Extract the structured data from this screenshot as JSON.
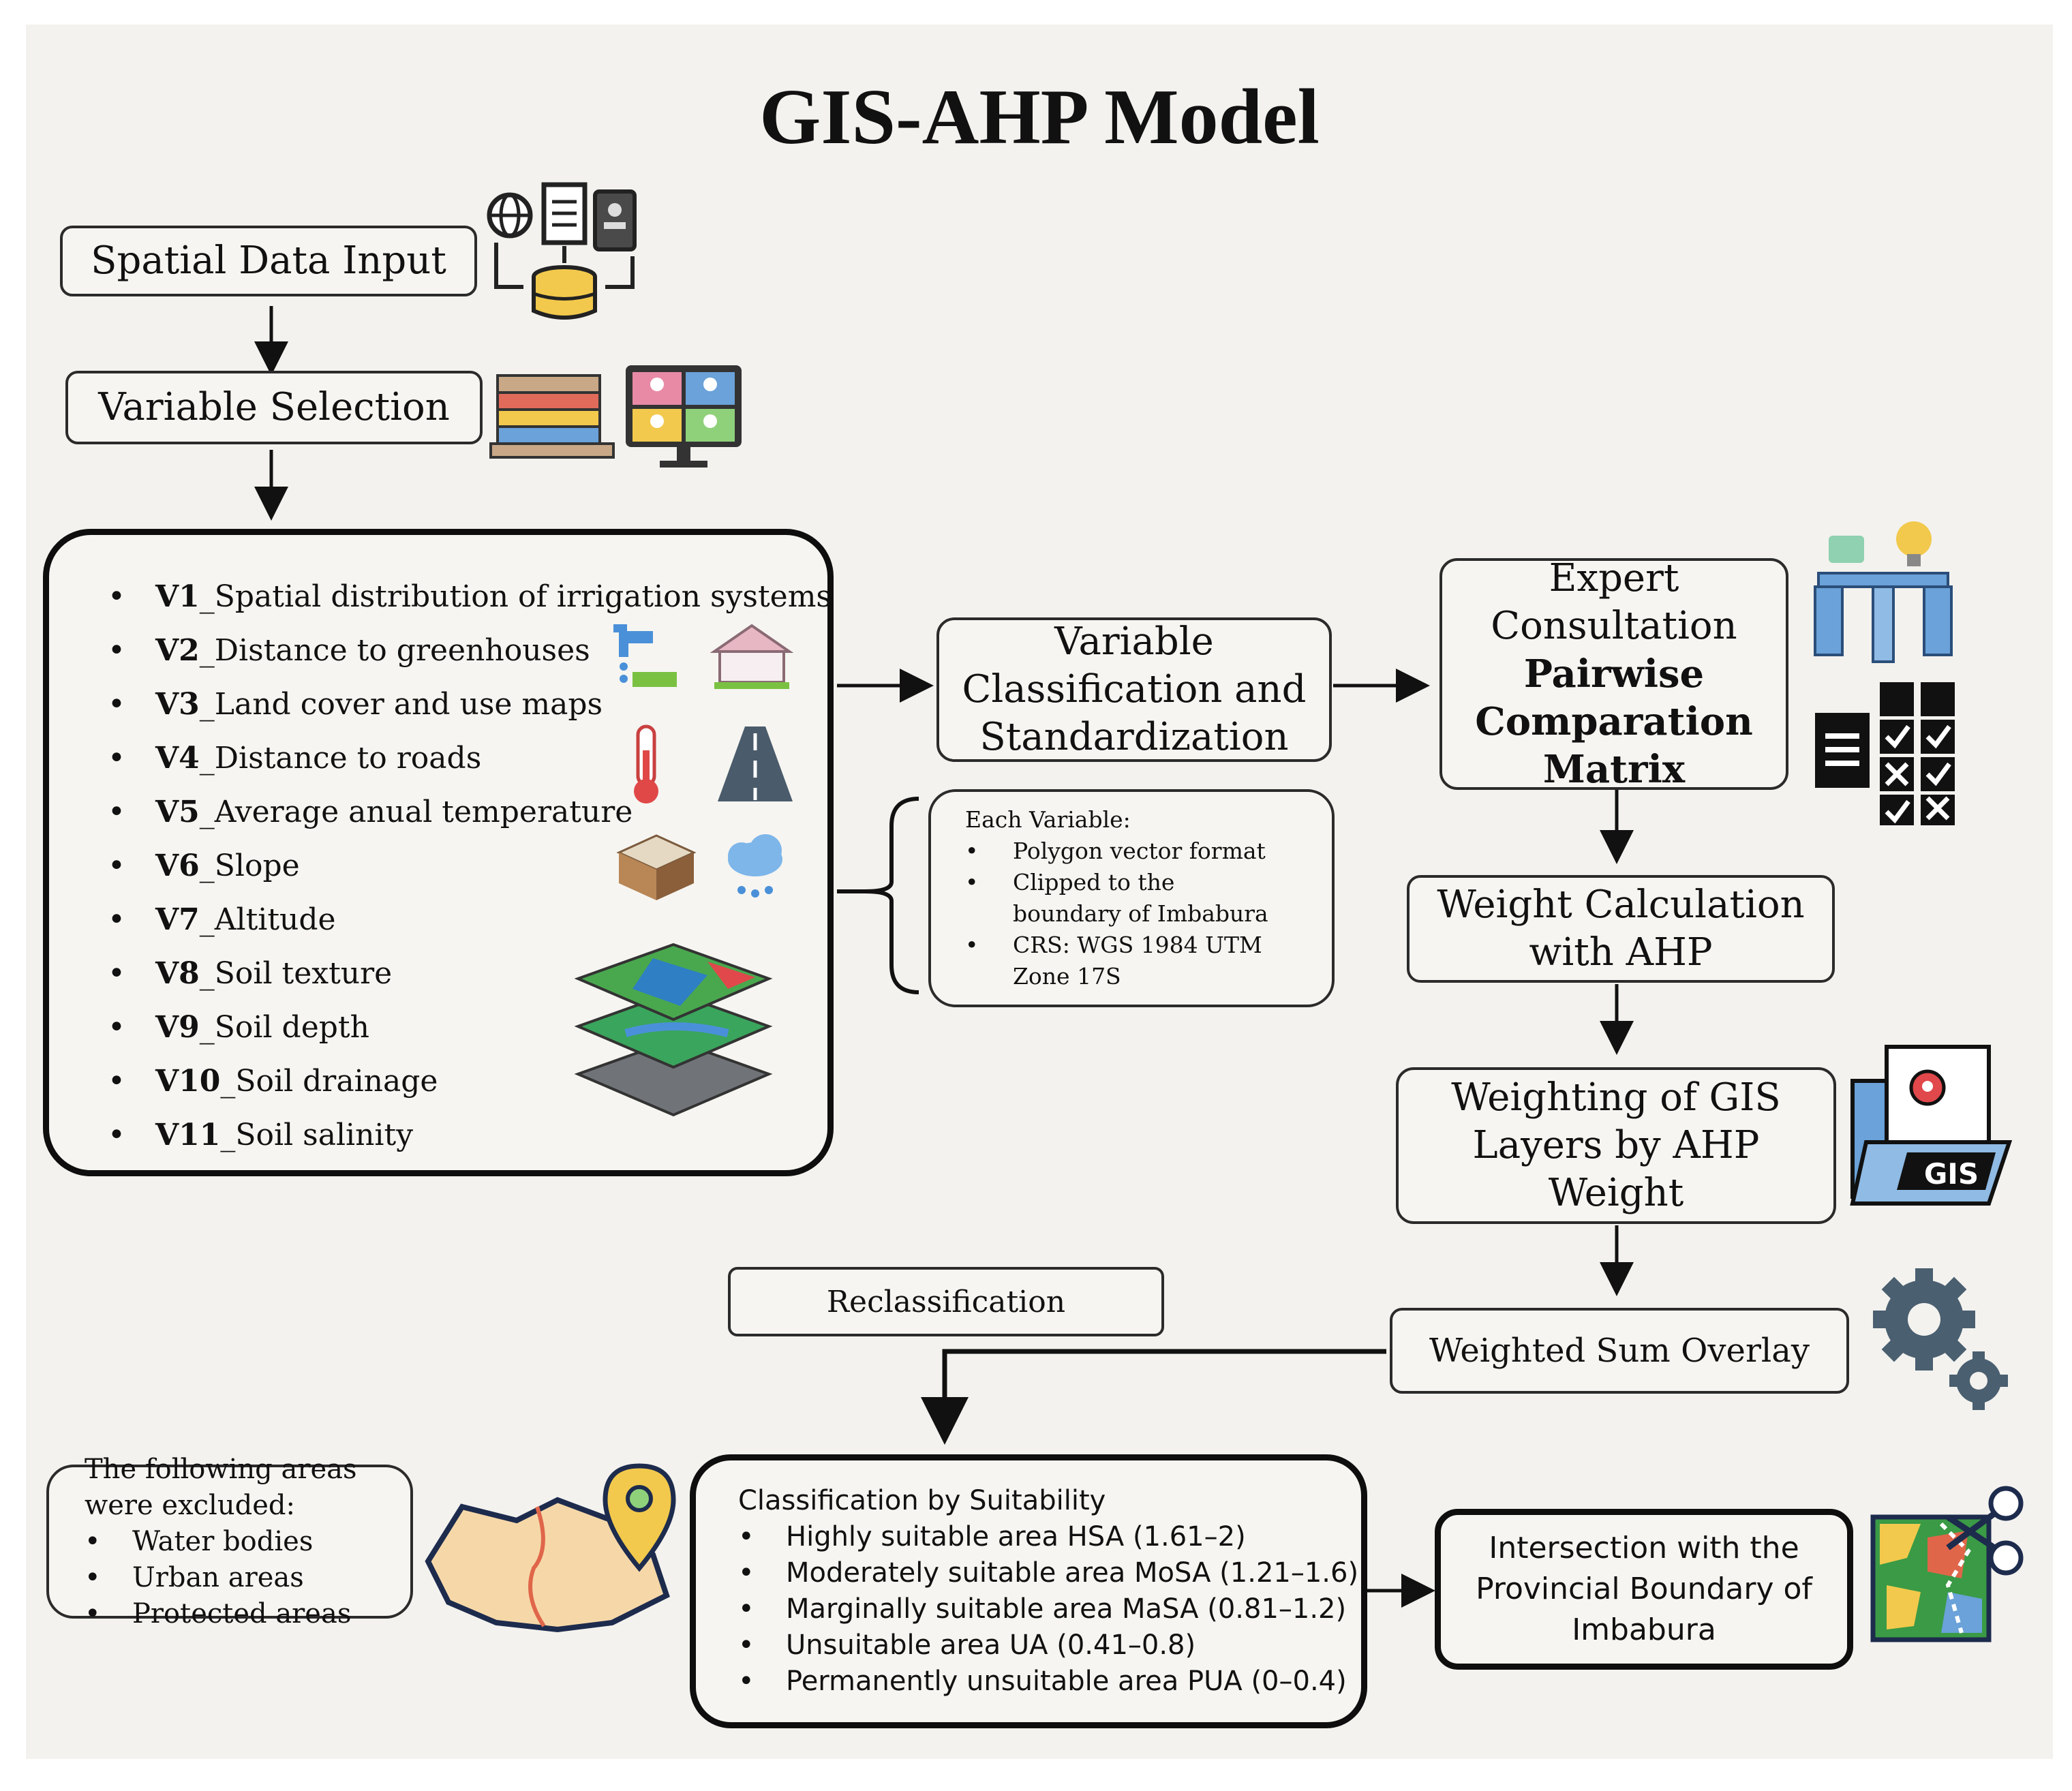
{
  "title": "GIS-AHP Model",
  "spatial_input": "Spatial Data Input",
  "variable_selection": "Variable Selection",
  "variables": [
    {
      "code": "V1",
      "name": "_Spatial distribution of irrigation systems"
    },
    {
      "code": "V2",
      "name": "_Distance to greenhouses"
    },
    {
      "code": "V3",
      "name": "_Land cover and use maps"
    },
    {
      "code": "V4",
      "name": "_Distance to roads"
    },
    {
      "code": "V5",
      "name": "_Average anual temperature"
    },
    {
      "code": "V6",
      "name": "_Slope"
    },
    {
      "code": "V7",
      "name": "_Altitude"
    },
    {
      "code": "V8",
      "name": "_Soil texture"
    },
    {
      "code": "V9",
      "name": "_Soil depth"
    },
    {
      "code": "V10",
      "name": "_Soil drainage"
    },
    {
      "code": "V11",
      "name": "_Soil salinity"
    }
  ],
  "classification_box": {
    "line1": "Variable",
    "line2": "Classification and",
    "line3": "Standardization"
  },
  "each_variable": {
    "heading": "Each Variable:",
    "items": [
      "Polygon vector format",
      "Clipped to the",
      "boundary of Imbabura",
      "CRS: WGS 1984 UTM",
      "Zone 17S"
    ]
  },
  "expert": {
    "line1": "Expert",
    "line2": "Consultation",
    "line3": "Pairwise",
    "line4": "Comparation",
    "line5": "Matrix"
  },
  "weight_calc": {
    "line1": "Weight Calculation",
    "line2": "with AHP"
  },
  "weighting_layers": {
    "line1": "Weighting of GIS",
    "line2": "Layers by AHP",
    "line3": "Weight"
  },
  "gis_icon_label": "GIS",
  "reclassification": "Reclassification",
  "weighted_sum": "Weighted Sum Overlay",
  "excluded": {
    "line1": "The following areas",
    "line2": "were excluded:",
    "items": [
      "Water bodies",
      "Urban areas",
      "Protected areas"
    ]
  },
  "suitability": {
    "heading": "Classification by Suitability",
    "items": [
      "Highly suitable area HSA (1.61–2)",
      "Moderately suitable area MoSA (1.21–1.6)",
      "Marginally suitable area MaSA (0.81–1.2)",
      "Unsuitable area UA (0.41–0.8)",
      "Permanently unsuitable area PUA (0–0.4)"
    ]
  },
  "intersection": {
    "line1": "Intersection with the",
    "line2": "Provincial Boundary of",
    "line3": "Imbabura"
  },
  "bullet": "•",
  "colors": {
    "border": "#111111",
    "background": "#f3f2ee",
    "icon_blue": "#6aa2d9",
    "icon_yellow": "#f2c94c",
    "icon_green": "#3a9a45"
  }
}
